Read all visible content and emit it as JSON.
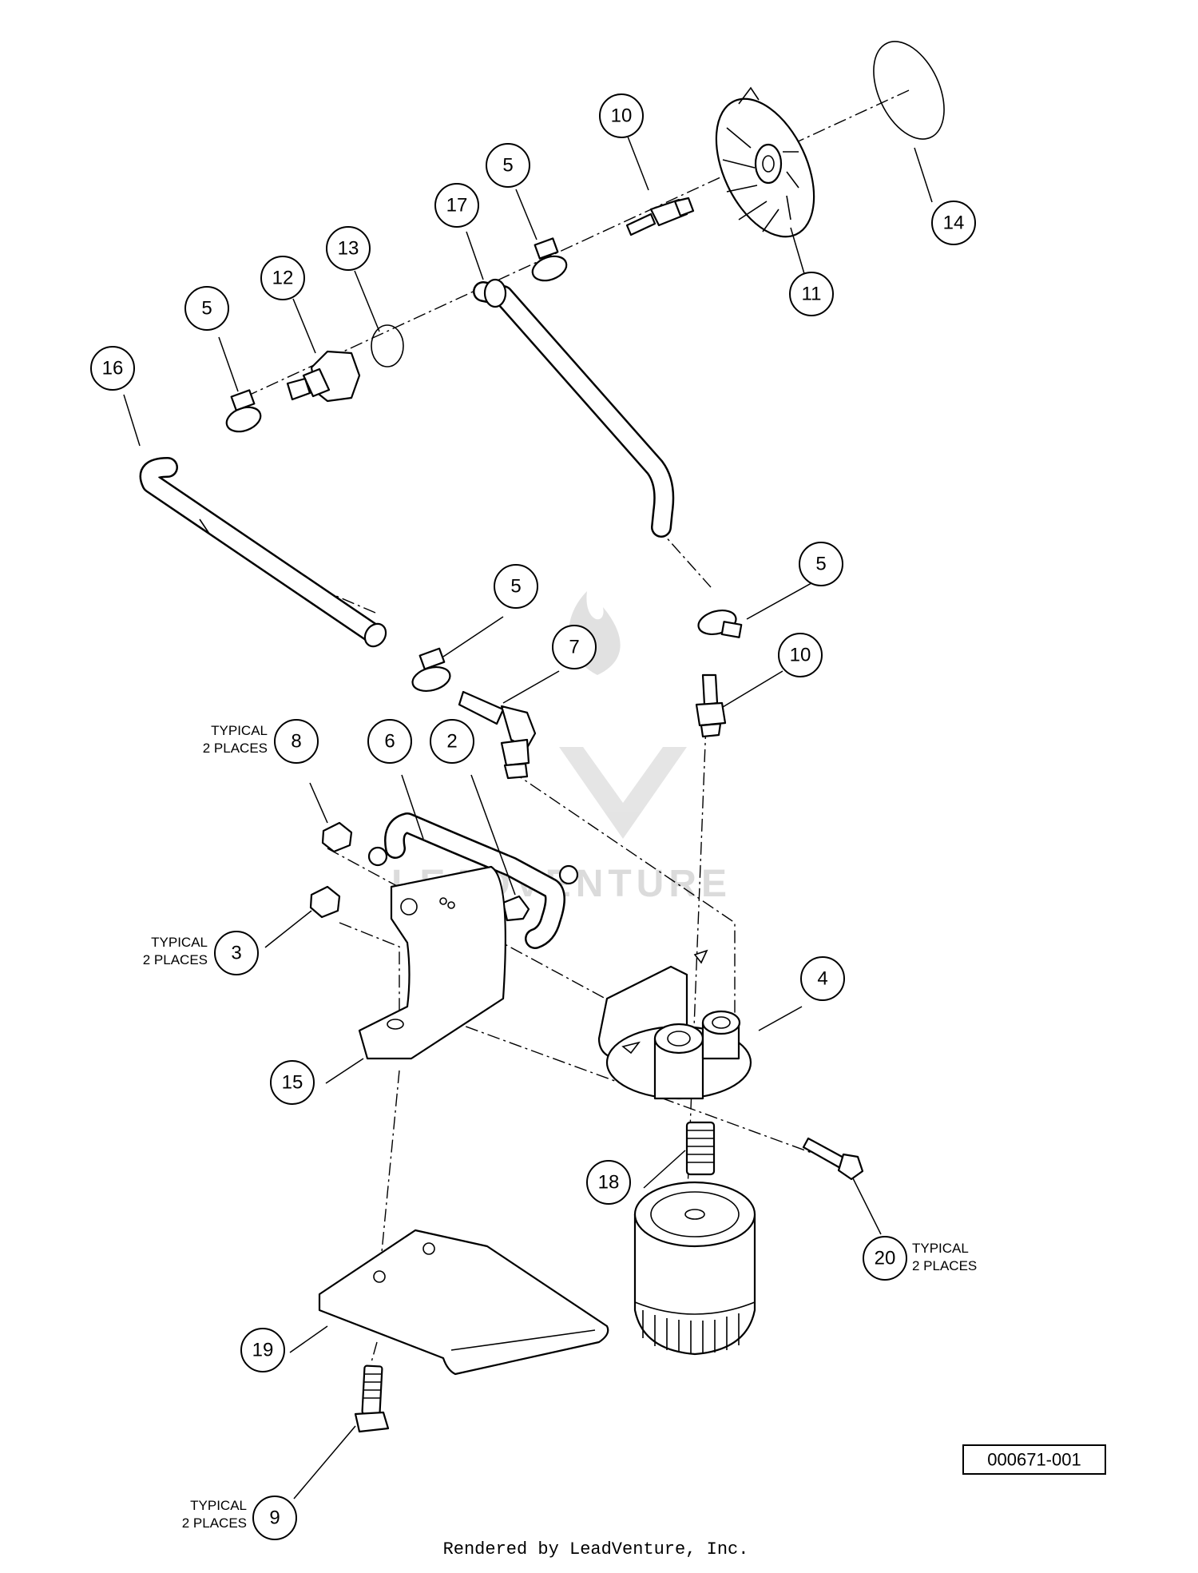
{
  "diagram": {
    "callouts": [
      "10",
      "5",
      "17",
      "13",
      "12",
      "5",
      "16",
      "14",
      "11",
      "5",
      "5",
      "7",
      "10",
      "8",
      "6",
      "2",
      "3",
      "4",
      "15",
      "18",
      "20",
      "19",
      "9"
    ],
    "notes": {
      "typical": "TYPICAL",
      "places": "2 PLACES"
    },
    "reference_number": "000671-001",
    "watermark": "LEADVENTURE"
  },
  "footer": {
    "rendered_by": "Rendered by LeadVenture, Inc."
  }
}
